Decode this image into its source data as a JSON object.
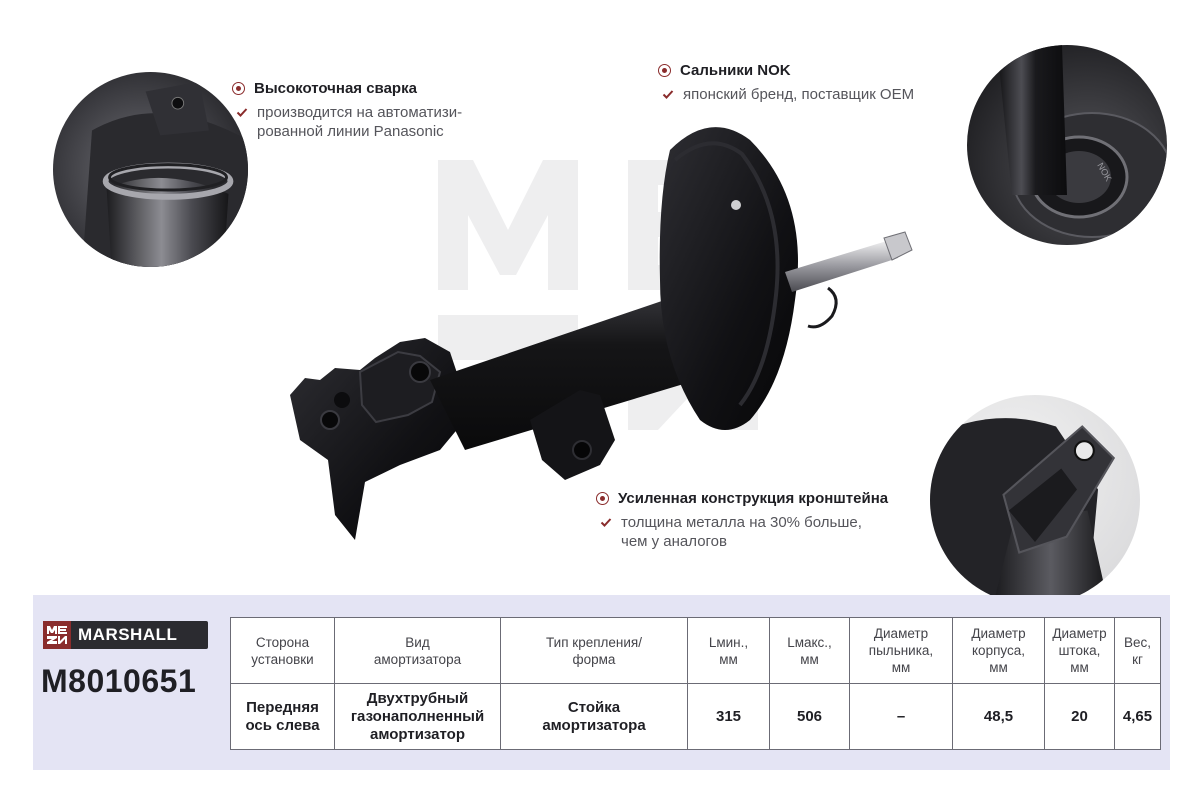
{
  "features": [
    {
      "title": "Высокоточная сварка",
      "description_lines": [
        "производится на автоматизи-",
        "рованной линии Panasonic"
      ],
      "icon": "target-bullet-icon",
      "check_icon": "checkmark-icon"
    },
    {
      "title": "Сальники NOK",
      "description_lines": [
        "японский бренд, поставщик OEM"
      ],
      "icon": "target-bullet-icon",
      "check_icon": "checkmark-icon"
    },
    {
      "title": "Усиленная конструкция кронштейна",
      "description_lines": [
        "толщина металла на 30% больше,",
        "чем у аналогов"
      ],
      "icon": "target-bullet-icon",
      "check_icon": "checkmark-icon"
    }
  ],
  "brand": {
    "logo_text": "MARSHALL",
    "part_number": "M8010651"
  },
  "spec_table": {
    "headers": [
      [
        "Сторона",
        "установки"
      ],
      [
        "Вид",
        "амортизатора"
      ],
      [
        "Тип крепления/",
        "форма"
      ],
      [
        "Lмин.,",
        "мм"
      ],
      [
        "Lмакс.,",
        "мм"
      ],
      [
        "Диаметр",
        "пыльника,",
        "мм"
      ],
      [
        "Диаметр",
        "корпуса,",
        "мм"
      ],
      [
        "Диаметр",
        "штока,",
        "мм"
      ],
      [
        "Вес,",
        "кг"
      ]
    ],
    "values": [
      [
        "Передняя",
        "ось слева"
      ],
      [
        "Двухтрубный",
        "газонаполненный",
        "амортизатор"
      ],
      [
        "Стойка",
        "амортизатора"
      ],
      [
        "315"
      ],
      [
        "506"
      ],
      [
        "–"
      ],
      [
        "48,5"
      ],
      [
        "20"
      ],
      [
        "4,65"
      ]
    ]
  },
  "colors": {
    "accent": "#8a2c2c",
    "panel_background": "#e4e4f4",
    "logo_background": "#2b2b30",
    "text_dark": "#1f1f24",
    "text_muted": "#55555b"
  },
  "images": {
    "product": "front-left-strut-shock-absorber",
    "detail_1": "weld-seam-closeup",
    "detail_2": "nok-oil-seal-closeup",
    "detail_3": "reinforced-bracket-closeup"
  }
}
